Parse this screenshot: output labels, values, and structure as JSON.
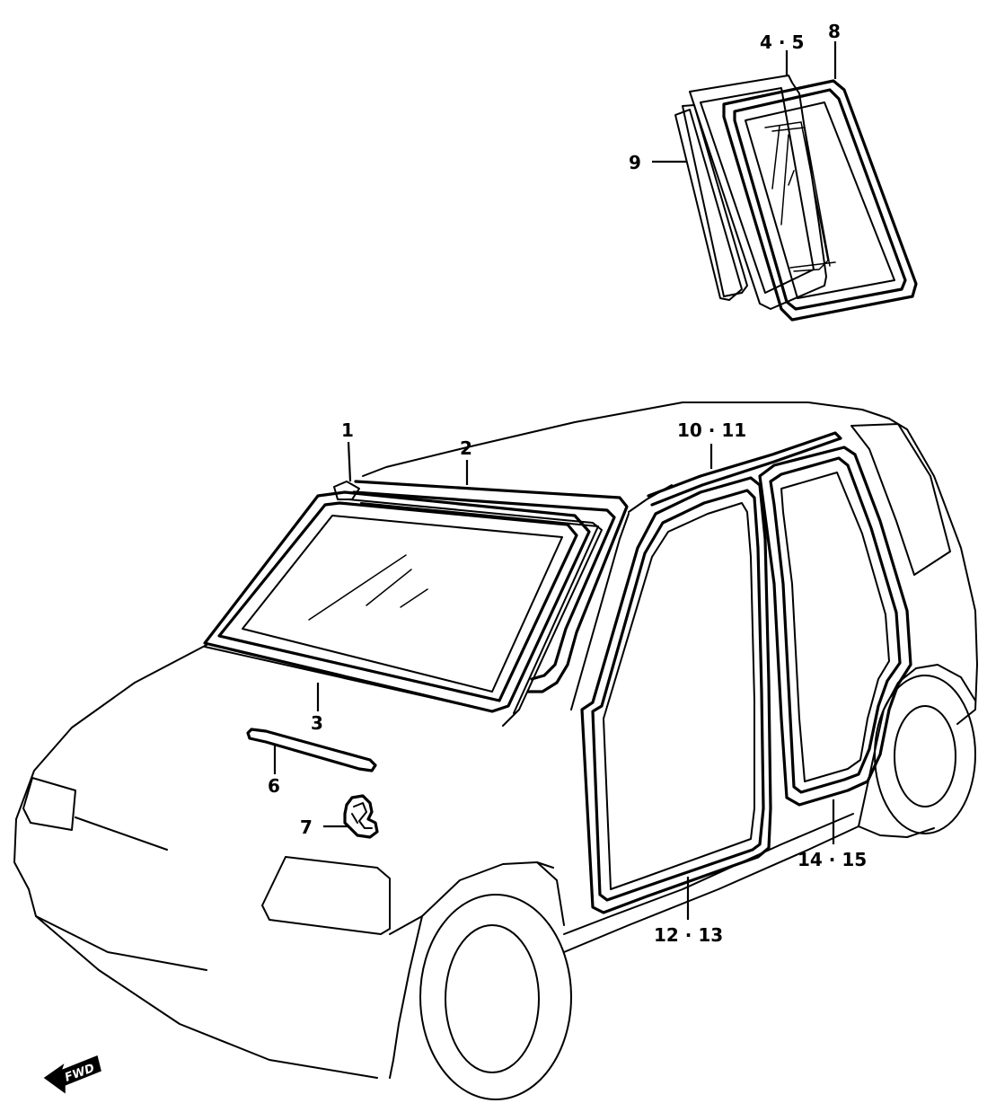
{
  "callouts": {
    "c1": "1",
    "c2": "2",
    "c3": "3",
    "c4_5": "4 · 5",
    "c6": "6",
    "c7": "7",
    "c8": "8",
    "c9": "9",
    "c10_11": "10 · 11",
    "c12_13": "12 · 13",
    "c14_15": "14 · 15"
  },
  "fwd_label": "FWD"
}
